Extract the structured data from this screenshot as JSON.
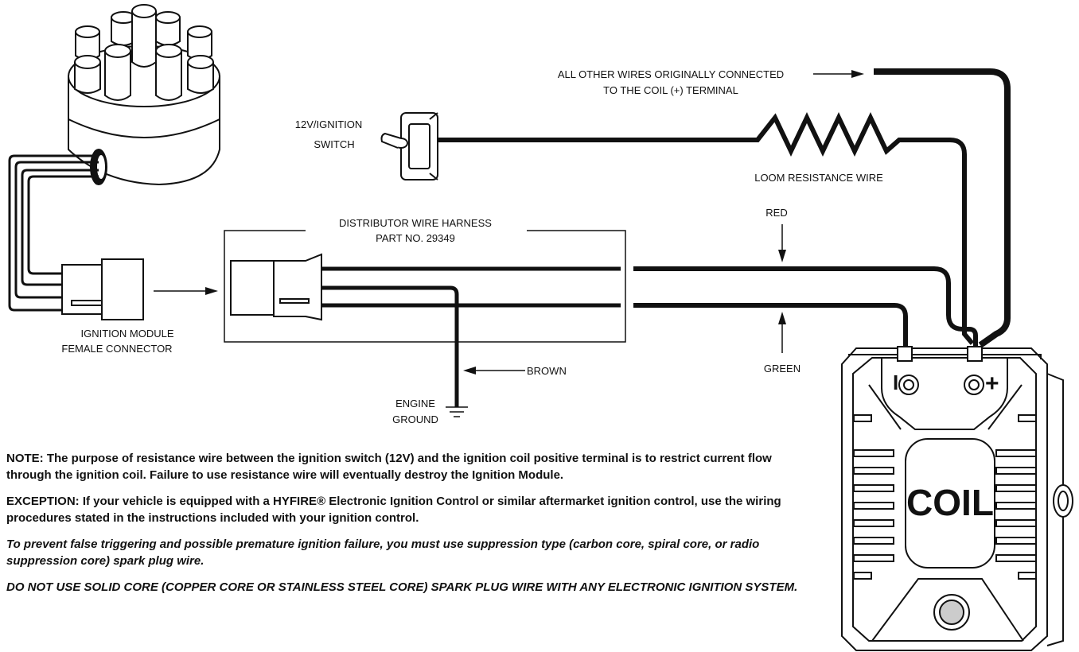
{
  "labels": {
    "other_wires_1": "ALL OTHER WIRES ORIGINALLY CONNECTED",
    "other_wires_2": "TO THE COIL (+) TERMINAL",
    "switch_1": "12V/IGNITION",
    "switch_2": "SWITCH",
    "loom_resistance": "LOOM RESISTANCE WIRE",
    "harness_1": "DISTRIBUTOR WIRE HARNESS",
    "harness_2": "PART NO. 29349",
    "red": "RED",
    "green": "GREEN",
    "brown": "BROWN",
    "module_1": "IGNITION MODULE",
    "module_2": "FEMALE CONNECTOR",
    "ground_1": "ENGINE",
    "ground_2": "GROUND",
    "coil": "COIL",
    "coil_neg": "I",
    "coil_pos": "+"
  },
  "notes": {
    "note": "NOTE: The purpose of resistance wire between the ignition switch (12V) and the ignition coil positive terminal is to restrict current flow through the ignition coil. Failure to use resistance wire will eventually destroy the Ignition Module.",
    "exception": "EXCEPTION: If your vehicle is equipped with a HYFIRE® Electronic Ignition Control or similar aftermarket ignition control, use the wiring procedures stated in the instructions included with your ignition control.",
    "suppression": "To prevent false triggering and possible premature ignition failure, you must use suppression type (carbon core, spiral core, or radio suppression core) spark plug wire.",
    "warning": "DO NOT USE SOLID CORE (COPPER CORE OR STAINLESS STEEL CORE) SPARK PLUG WIRE WITH ANY ELECTRONIC IGNITION SYSTEM."
  }
}
